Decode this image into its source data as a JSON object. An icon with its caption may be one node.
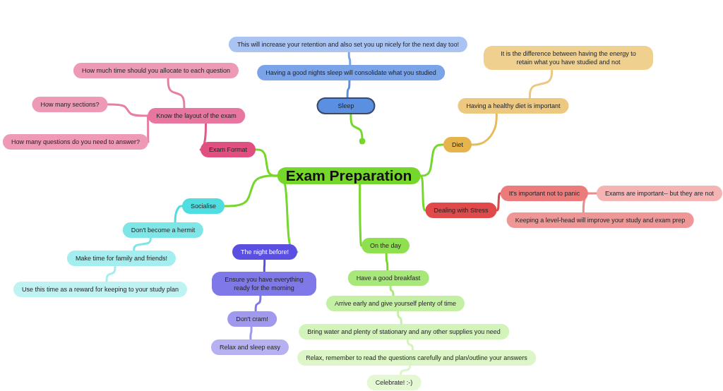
{
  "diagram": {
    "nodes": [
      {
        "text": [
          "Exam Preparation"
        ]
      },
      {
        "text": [
          "This will increase your retention and also set you up nicely for the next day too!"
        ]
      },
      {
        "text": [
          "Having a good nights sleep will consolidate what you studied"
        ]
      },
      {
        "text": [
          "Sleep"
        ]
      },
      {
        "text": [
          "It is the difference between having the energy to retain what you have studied and not"
        ]
      },
      {
        "text": [
          "Having a healthy diet is important"
        ]
      },
      {
        "text": [
          "Diet"
        ]
      },
      {
        "text": [
          "How much time should you allocate to each question"
        ]
      },
      {
        "text": [
          "How many sections?"
        ]
      },
      {
        "text": [
          "Know the layout of the exam"
        ]
      },
      {
        "text": [
          "How many questions do you need to answer?"
        ]
      },
      {
        "text": [
          "Exam Format"
        ]
      },
      {
        "text": [
          "Socialise"
        ]
      },
      {
        "text": [
          "Don't become a hermit"
        ]
      },
      {
        "text": [
          "Make time for family and friends!"
        ]
      },
      {
        "text": [
          "Use this time as a reward for keeping to your study plan"
        ]
      },
      {
        "text": [
          "The night before!"
        ]
      },
      {
        "text": [
          "Ensure you have everything ready for the morning"
        ]
      },
      {
        "text": [
          "Don't cram!"
        ]
      },
      {
        "text": [
          "Relax and sleep easy"
        ]
      },
      {
        "text": [
          "On the day"
        ]
      },
      {
        "text": [
          "Have a good breakfast"
        ]
      },
      {
        "text": [
          "Arrive early and give yourself plenty of time"
        ]
      },
      {
        "text": [
          "Bring water and plenty of stationary and any other supplies you need"
        ]
      },
      {
        "text": [
          "Relax, remember to read the questions carefully and plan/outline your answers"
        ]
      },
      {
        "text": [
          "Celebrate! :-)"
        ]
      },
      {
        "text": [
          "Dealing with Stress"
        ]
      },
      {
        "text": [
          "It's important not to panic"
        ]
      },
      {
        "text": [
          "Exams are important-- but they are not"
        ]
      },
      {
        "text": [
          "Keeping a level-head will improve your study and exam prep"
        ]
      }
    ],
    "edges": [
      {
        "from": 0,
        "to": 6,
        "arrow": "none"
      },
      {
        "from": 0,
        "to": 26,
        "arrow": "none"
      },
      {
        "from": 0,
        "to": 11,
        "arrow": "none"
      },
      {
        "from": 0,
        "to": 12,
        "arrow": "none"
      },
      {
        "from": 0,
        "to": 16,
        "arrow": "none"
      },
      {
        "from": 0,
        "to": 20,
        "arrow": "none"
      },
      {
        "from": 3,
        "to": null,
        "arrow": "other"
      },
      {
        "from": 3,
        "to": 2,
        "arrow": "none",
        "color": "#5b8fe0"
      },
      {
        "from": 2,
        "to": 1,
        "arrow": "none",
        "color": "#7aa3e8"
      },
      {
        "from": 6,
        "to": 5,
        "arrow": "none",
        "color": "#e6bb5a"
      },
      {
        "from": 5,
        "to": 4,
        "arrow": "none",
        "color": "#ecc880"
      },
      {
        "from": 11,
        "to": 9,
        "arrow": "none",
        "color": "#dd5a8a"
      },
      {
        "from": 9,
        "to": 7,
        "arrow": "none",
        "color": "#e77fa2"
      },
      {
        "from": 9,
        "to": 8,
        "arrow": "none",
        "color": "#e77fa2"
      },
      {
        "from": 9,
        "to": 10,
        "arrow": "none",
        "color": "#e77fa2"
      },
      {
        "from": 12,
        "to": 13,
        "arrow": "none",
        "color": "#4fdde0"
      },
      {
        "from": 13,
        "to": 14,
        "arrow": "none",
        "color": "#7fe6e8"
      },
      {
        "from": 14,
        "to": 15,
        "arrow": "none",
        "color": "#a5eeef"
      },
      {
        "from": 16,
        "to": 17,
        "arrow": "none",
        "color": "#5a4fe0"
      },
      {
        "from": 17,
        "to": 18,
        "arrow": "none",
        "color": "#7f78e8"
      },
      {
        "from": 18,
        "to": 19,
        "arrow": "none",
        "color": "#9e98ee"
      },
      {
        "from": 20,
        "to": 21,
        "arrow": "none"
      },
      {
        "from": 21,
        "to": 22,
        "arrow": "none",
        "color": "#a8e87a"
      },
      {
        "from": 22,
        "to": 23,
        "arrow": "none",
        "color": "#c4f0a4"
      },
      {
        "from": 23,
        "to": 24,
        "arrow": "none",
        "color": "#d2f3ba"
      },
      {
        "from": 24,
        "to": 25,
        "arrow": "none",
        "color": "#dcf6c8"
      },
      {
        "from": 26,
        "to": 27,
        "arrow": "none",
        "color": "#db4a4a"
      },
      {
        "from": 27,
        "to": 28,
        "arrow": "none",
        "color": "#ec8a8a"
      },
      {
        "from": 27,
        "to": 29,
        "arrow": "none",
        "color": "#ec8a8a"
      }
    ]
  }
}
